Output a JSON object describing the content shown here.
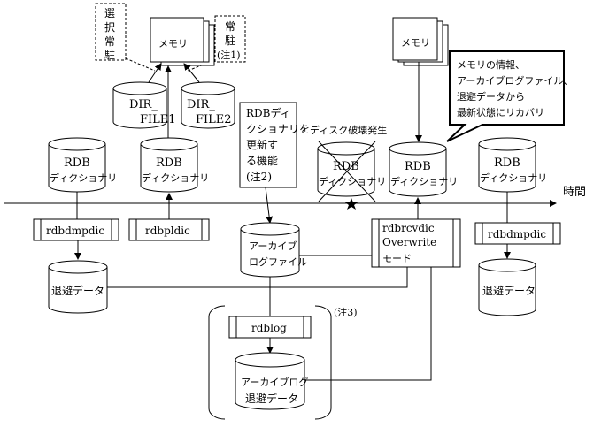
{
  "notes": {
    "select_note": [
      "選",
      "択",
      "常",
      "駐"
    ],
    "resident_note": [
      "常",
      "駐",
      "(注1)"
    ]
  },
  "memory_left": "メモリ",
  "memory_right": "メモリ",
  "dir_file1": [
    "DIR_",
    "FILE1"
  ],
  "dir_file2": [
    "DIR_",
    "FILE2"
  ],
  "rdb_dict": [
    "RDB",
    "ディクショナリ"
  ],
  "rdb_update_note": [
    "RDBディ",
    "クショナリを",
    "更新す",
    "る機能",
    "(注2)"
  ],
  "disk_failure": "ディスク破壊発生",
  "recovery_note": [
    "メモリの情報、",
    "アーカイブログファイル、",
    "退避データから",
    "最新状態にリカバリ"
  ],
  "time_label": "時間",
  "commands": {
    "dmp_left": "rdbdmpdic",
    "pldic": "rdbpldic",
    "dmp_right": "rdbdmpdic",
    "rcv": [
      "rdbrcvdic",
      "Overwrite",
      "モード"
    ],
    "blog": "rdblog"
  },
  "archive_log_file": [
    "アーカイブ",
    "ログファイル"
  ],
  "backup_data": "退避データ",
  "archive_backup": [
    "アーカイブログ",
    "退避データ"
  ],
  "note3": "(注3)",
  "colors": {
    "line": "#000000",
    "bg": "#ffffff"
  }
}
